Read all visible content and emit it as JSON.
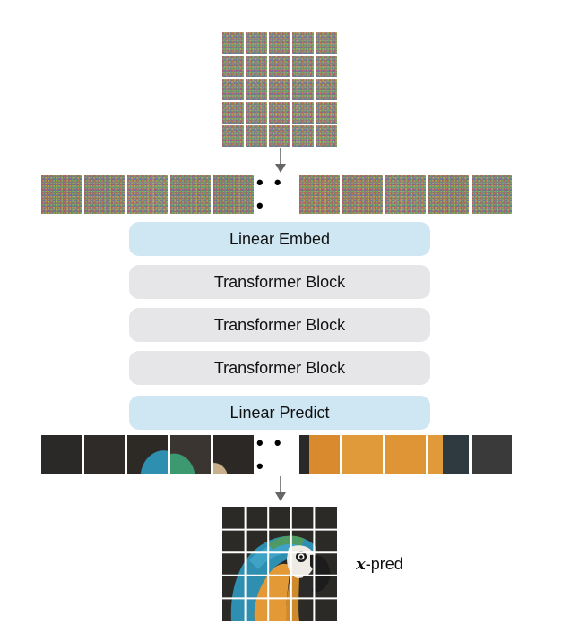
{
  "diagram": {
    "noisy_patches": {
      "left": [
        "#7f7b72",
        "#857d78",
        "#8a8783",
        "#7e8379",
        "#7b8179"
      ],
      "right": [
        "#907f6f",
        "#8a7f74",
        "#87867e",
        "#7d8278",
        "#7e837d"
      ]
    },
    "ellipsis_noisy": "• • •",
    "blocks": [
      {
        "label": "Linear Embed",
        "style": "blue"
      },
      {
        "label": "Transformer Block",
        "style": "gray"
      },
      {
        "label": "Transformer Block",
        "style": "gray"
      },
      {
        "label": "Transformer Block",
        "style": "gray"
      },
      {
        "label": "Linear Predict",
        "style": "blue"
      }
    ],
    "predicted_patches": {
      "left": [
        "#2b2927",
        "#2f2b28",
        "#2d2a26",
        "#3a3530",
        "#2b2825"
      ],
      "right": [
        "#d98a2e",
        "#e09a3a",
        "#df9536",
        "#9a6a3a",
        "#3a3a3a"
      ]
    },
    "ellipsis_pred": "• • •",
    "output_label_var": "x",
    "output_label_suffix": "-pred"
  }
}
